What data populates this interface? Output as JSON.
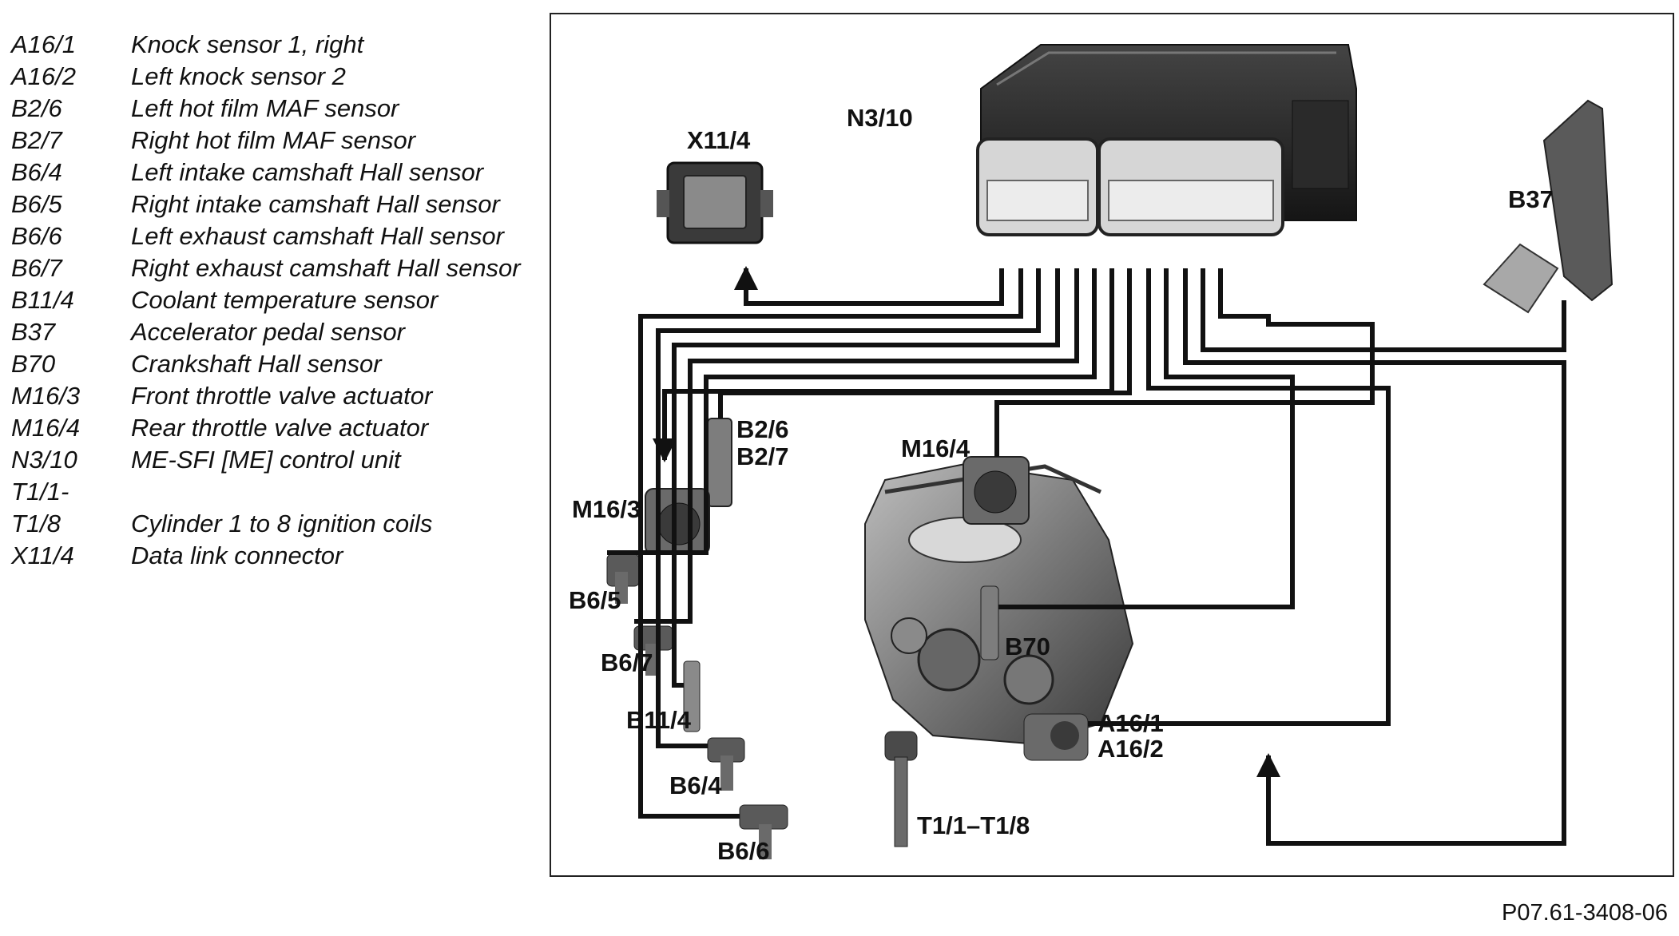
{
  "legend": [
    {
      "code": "A16/1",
      "desc": "Knock sensor 1, right"
    },
    {
      "code": "A16/2",
      "desc": "Left knock sensor 2"
    },
    {
      "code": "B2/6",
      "desc": "Left hot film MAF sensor"
    },
    {
      "code": "B2/7",
      "desc": "Right hot film MAF sensor"
    },
    {
      "code": "B6/4",
      "desc": "Left intake camshaft Hall sensor"
    },
    {
      "code": "B6/5",
      "desc": "Right intake camshaft Hall sensor"
    },
    {
      "code": "B6/6",
      "desc": "Left exhaust camshaft Hall sensor"
    },
    {
      "code": "B6/7",
      "desc": "Right exhaust camshaft Hall sensor"
    },
    {
      "code": "B11/4",
      "desc": "Coolant temperature sensor"
    },
    {
      "code": "B37",
      "desc": "Accelerator pedal sensor"
    },
    {
      "code": "B70",
      "desc": "Crankshaft Hall sensor"
    },
    {
      "code": "M16/3",
      "desc": "Front throttle valve actuator"
    },
    {
      "code": "M16/4",
      "desc": "Rear throttle valve actuator"
    },
    {
      "code": "N3/10",
      "desc": "ME-SFI [ME] control unit"
    },
    {
      "code": "T1/1-",
      "desc": ""
    },
    {
      "code": "T1/8",
      "desc": "Cylinder 1 to 8 ignition coils"
    },
    {
      "code": "X11/4",
      "desc": "Data link connector"
    }
  ],
  "labels": {
    "x11_4": "X11/4",
    "n3_10": "N3/10",
    "b37": "B37",
    "b2_6": "B2/6",
    "b2_7": "B2/7",
    "m16_4": "M16/4",
    "m16_3": "M16/3",
    "b6_5": "B6/5",
    "b6_7": "B6/7",
    "b70": "B70",
    "b11_4": "B11/4",
    "a16_1": "A16/1",
    "a16_2": "A16/2",
    "b6_4": "B6/4",
    "t1": "T1/1–T1/8",
    "b6_6": "B6/6"
  },
  "reference": "P07.61-3408-06"
}
